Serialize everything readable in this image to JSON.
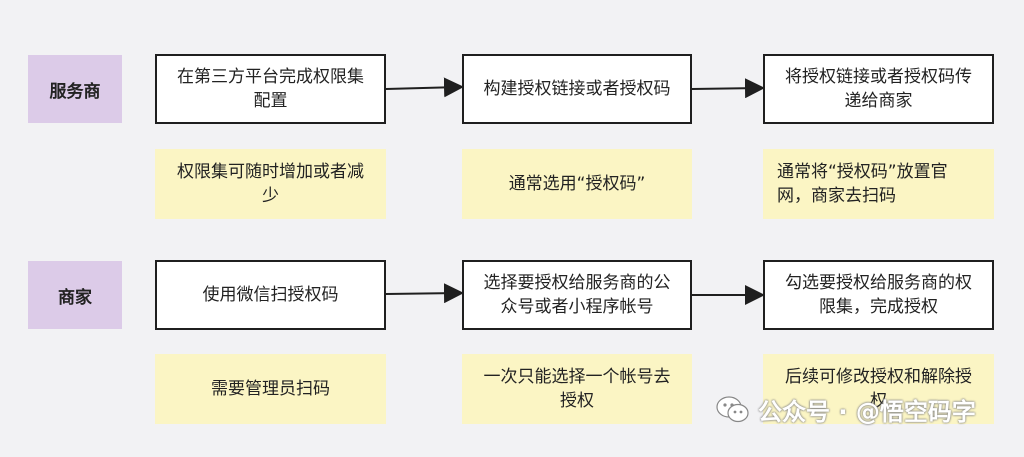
{
  "rows": [
    {
      "label": "服务商",
      "steps": [
        "在第三方平台完成权限集配置",
        "构建授权链接或者授权码",
        "将授权链接或者授权码传递给商家"
      ],
      "notes": [
        "权限集可随时增加或者减少",
        "通常选用“授权码”",
        "通常将“授权码”放置官网，商家去扫码"
      ]
    },
    {
      "label": "商家",
      "steps": [
        "使用微信扫授权码",
        "选择要授权给服务商的公众号或者小程序帐号",
        "勾选要授权给服务商的权限集，完成授权"
      ],
      "notes": [
        "需要管理员扫码",
        "一次只能选择一个帐号去授权",
        "后续可修改授权和解除授权"
      ]
    }
  ],
  "watermark": "公众号 · @悟空码字",
  "colors": {
    "label_bg": "#dccbe8",
    "note_bg": "#fbf5c4",
    "border": "#1f1f1f"
  }
}
